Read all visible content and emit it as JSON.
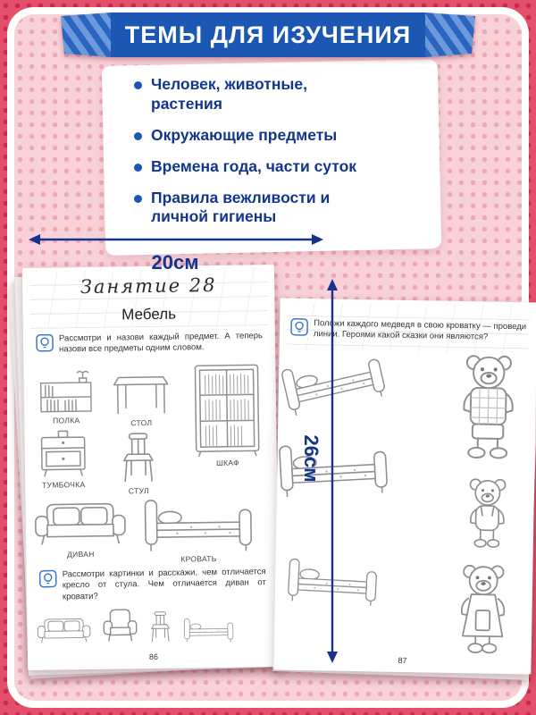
{
  "banner": {
    "title": "ТЕМЫ ДЛЯ ИЗУЧЕНИЯ"
  },
  "topics": [
    "Человек, животные, растения",
    "Окружающие предметы",
    "Времена года, части суток",
    "Правила вежливости и личной гигиены"
  ],
  "dimensions": {
    "width": "20см",
    "height": "26см"
  },
  "book": {
    "left_page": {
      "lesson_title": "Занятие 28",
      "subject_title": "Мебель",
      "task1": "Рассмотри и назови каждый предмет. А теперь назови все предметы одним словом.",
      "labels": [
        "ПОЛКА",
        "СТОЛ",
        "ТУМБОЧКА",
        "ШКАФ",
        "СТУЛ",
        "ДИВАН",
        "КРОВАТЬ"
      ],
      "task2": "Рассмотри картинки и расскажи, чем отличается кресло от стула. Чем отличается диван от кровати?",
      "page_number": "86"
    },
    "right_page": {
      "task": "Положи каждого медведя в свою кроватку — проведи линии. Героями какой сказки они являются?",
      "page_number": "87"
    }
  },
  "icons": {
    "task_icon": "idea-bulb-icon"
  },
  "colors": {
    "banner_blue": "#1c57b4",
    "text_blue": "#12368e",
    "background_pink": "#f8d2d8",
    "accent_red": "#e44f6b",
    "line_art_gray": "#8f8f8f"
  }
}
